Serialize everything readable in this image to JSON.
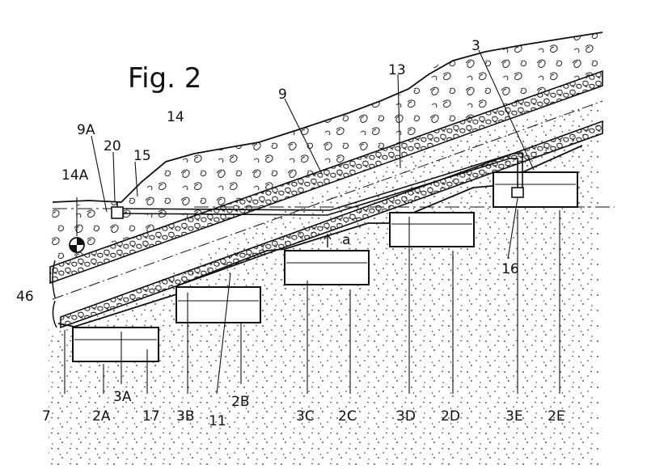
{
  "figure": {
    "title": "Fig. 2",
    "labels": {
      "l3": "3",
      "l13": "13",
      "l9": "9",
      "l14": "14",
      "l9A": "9A",
      "l20": "20",
      "l15": "15",
      "l14A": "14A",
      "la": "a",
      "l16": "16",
      "l46": "46",
      "l7": "7",
      "l2A": "2A",
      "l3A": "3A",
      "l17": "17",
      "l3B": "3B",
      "l11": "11",
      "l2B": "2B",
      "l3C": "3C",
      "l2C": "2C",
      "l3D": "3D",
      "l2D": "2D",
      "l3E": "3E",
      "l2E": "2E"
    }
  },
  "colors": {
    "ink": "#111111",
    "paper": "#ffffff"
  }
}
